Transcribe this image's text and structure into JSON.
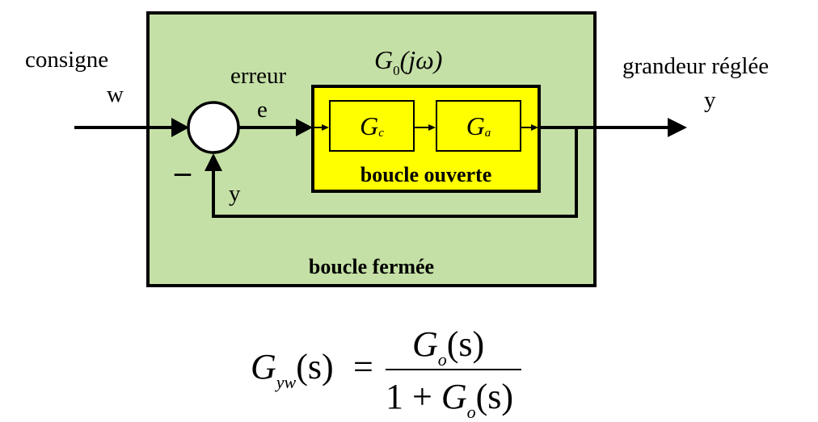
{
  "labels": {
    "input_name": "consigne",
    "input_symbol": "w",
    "error_name": "erreur",
    "error_symbol": "e",
    "feedback_symbol": "y",
    "minus_sign": "–",
    "output_name": "grandeur réglée",
    "output_symbol": "y"
  },
  "open_loop": {
    "title_G": "G",
    "title_sub": "0",
    "title_arg": "(jω)",
    "label": "boucle ouverte"
  },
  "closed_loop": {
    "label": "boucle fermée"
  },
  "blocks": {
    "controller": {
      "letter": "G",
      "sub": "c"
    },
    "process": {
      "letter": "G",
      "sub": "a"
    }
  },
  "formula": {
    "lhs_G": "G",
    "lhs_sub": "yw",
    "lhs_arg": "(s)",
    "equals": "=",
    "num_G": "G",
    "num_sub": "o",
    "num_arg": "(s)",
    "den_prefix": "1 + ",
    "den_G": "G",
    "den_sub": "o",
    "den_arg": "(s)"
  },
  "colors": {
    "closed_loop_fill": "#c5e0a6",
    "open_loop_fill": "#ffff00",
    "lines": "#000000"
  }
}
